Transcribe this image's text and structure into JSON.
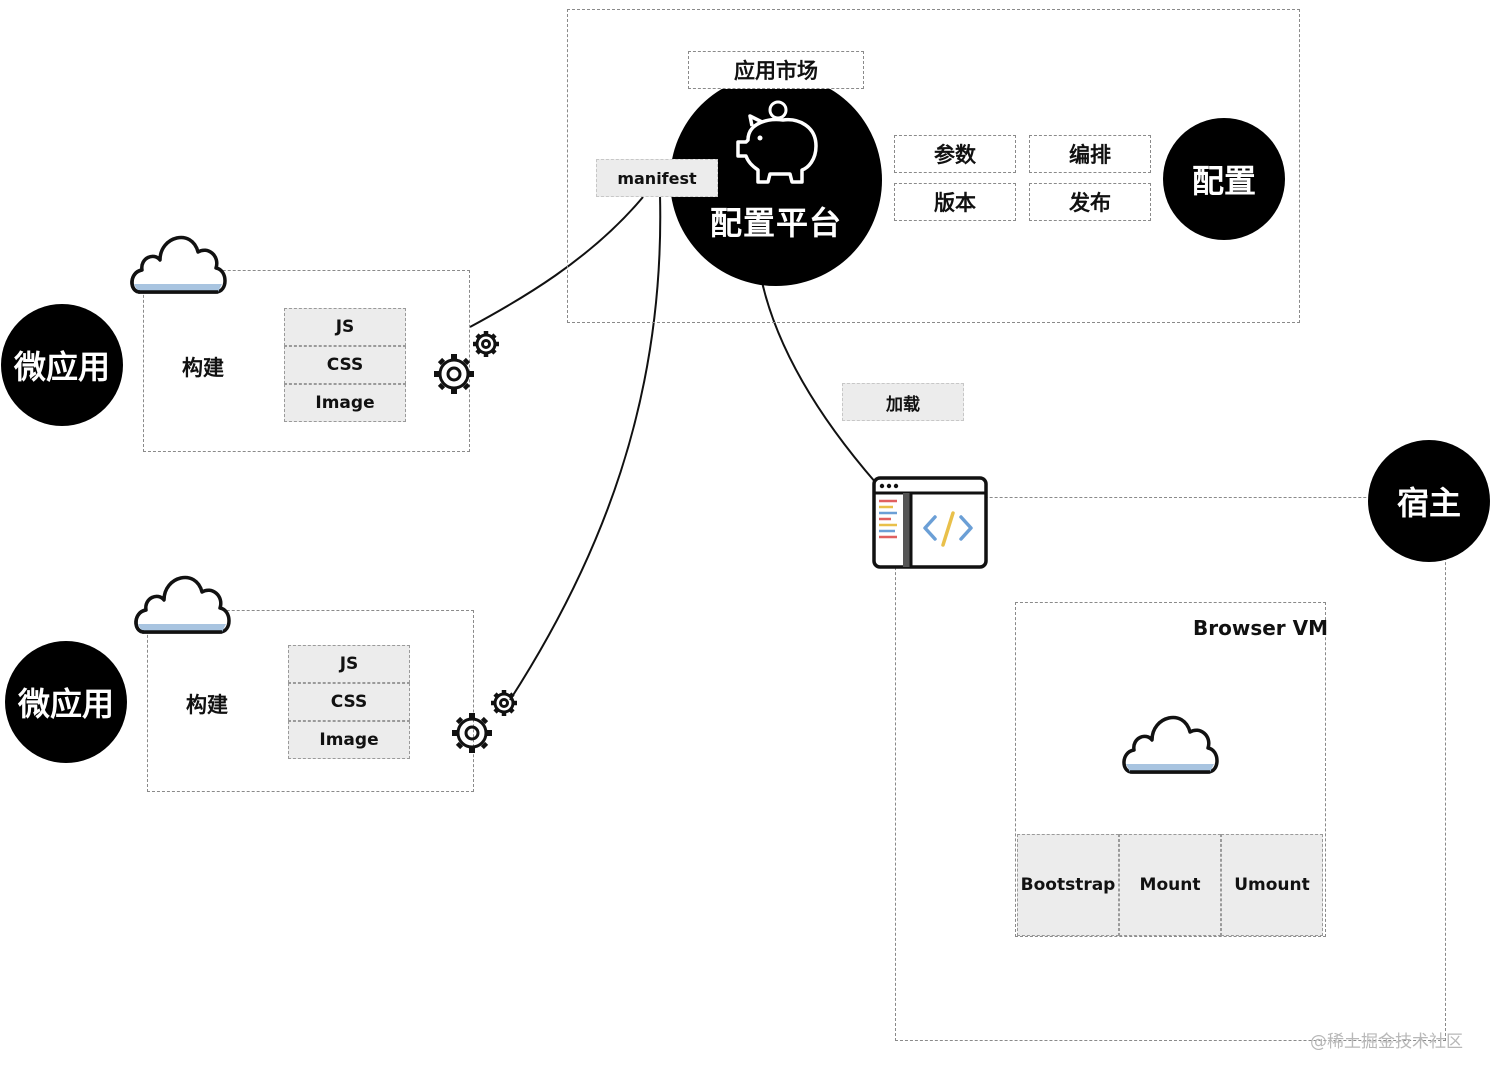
{
  "platform": {
    "market_label": "应用市场",
    "title": "配置平台",
    "manifest_label": "manifest",
    "config_items": [
      "参数",
      "编排",
      "版本",
      "发布"
    ],
    "config_circle": "配置"
  },
  "micro_apps": [
    {
      "circle_label": "微应用",
      "build_label": "构建",
      "artifacts": [
        "JS",
        "CSS",
        "Image"
      ]
    },
    {
      "circle_label": "微应用",
      "build_label": "构建",
      "artifacts": [
        "JS",
        "CSS",
        "Image"
      ]
    }
  ],
  "load_label": "加载",
  "host": {
    "circle_label": "宿主",
    "vm_title": "Browser VM",
    "lifecycle": [
      "Bootstrap",
      "Mount",
      "Umount"
    ]
  },
  "watermark": "@稀土掘金技术社区",
  "colors": {
    "circle_bg": "#000000",
    "cell_bg": "#ececec",
    "cloud_water": "#a8c4e0"
  }
}
